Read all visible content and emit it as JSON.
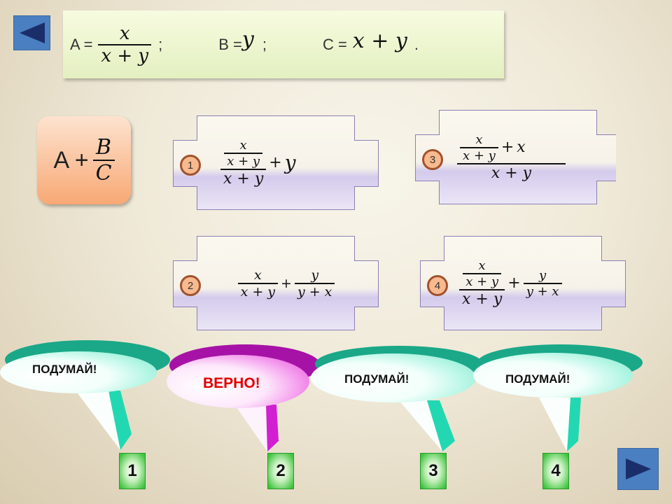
{
  "nav": {
    "back": "back-arrow",
    "forward": "forward-arrow"
  },
  "definitions": {
    "a_label": "A =",
    "x": "x",
    "xy": "x + y",
    "sep": ";",
    "b_label": "B =",
    "y": "y",
    "c_label": "C =",
    "c_expr": "x + y",
    "end": "."
  },
  "task": {
    "a": "A +",
    "b": "B",
    "c": "C"
  },
  "options": [
    {
      "num": "1",
      "x": "x",
      "xy": "x + y",
      "den": "x + y",
      "plus": "+",
      "y": "y"
    },
    {
      "num": "2",
      "x": "x",
      "xy": "x + y",
      "plus": "+",
      "y": "y",
      "yx": "y + x"
    },
    {
      "num": "3",
      "x": "x",
      "xy": "x + y",
      "plus": "+",
      "x2": "x",
      "den": "x + y"
    },
    {
      "num": "4",
      "x": "x",
      "xy": "x + y",
      "den": "x + y",
      "plus": "+",
      "y": "y",
      "yx": "y + x"
    }
  ],
  "bubbles": [
    {
      "text": "ПОДУМАЙ!",
      "color": "#1fbf9a"
    },
    {
      "text": "ВЕРНО!",
      "color": "#c020c0"
    },
    {
      "text": "ПОДУМАЙ!",
      "color": "#1fbf9a"
    },
    {
      "text": "ПОДУМАЙ!",
      "color": "#1fbf9a"
    }
  ],
  "answers": [
    "1",
    "2",
    "3",
    "4"
  ]
}
